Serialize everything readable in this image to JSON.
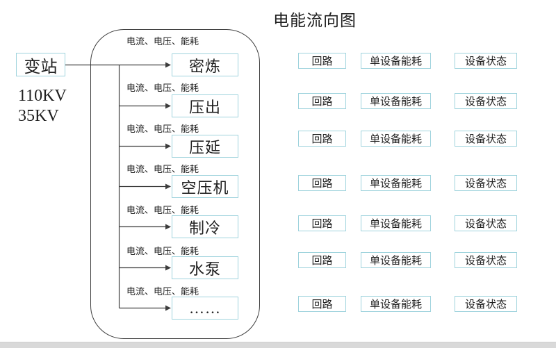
{
  "title": "电能流向图",
  "source": {
    "label": "变站",
    "voltage_lines": [
      "110KV",
      "35KV"
    ]
  },
  "flow": {
    "meta_label": "电流、电压、能耗",
    "nodes": [
      "密炼",
      "压出",
      "压延",
      "空压机",
      "制冷",
      "水泵",
      "……"
    ]
  },
  "actions": {
    "circuit_label": "回路",
    "device_energy_label": "单设备能耗",
    "device_status_label": "设备状态",
    "row_count": 7
  },
  "colors": {
    "box_border": "#9fd3dd",
    "line": "#3d3d3d",
    "text": "#1f1f1f",
    "bottom_bar": "#d9d9d9"
  }
}
